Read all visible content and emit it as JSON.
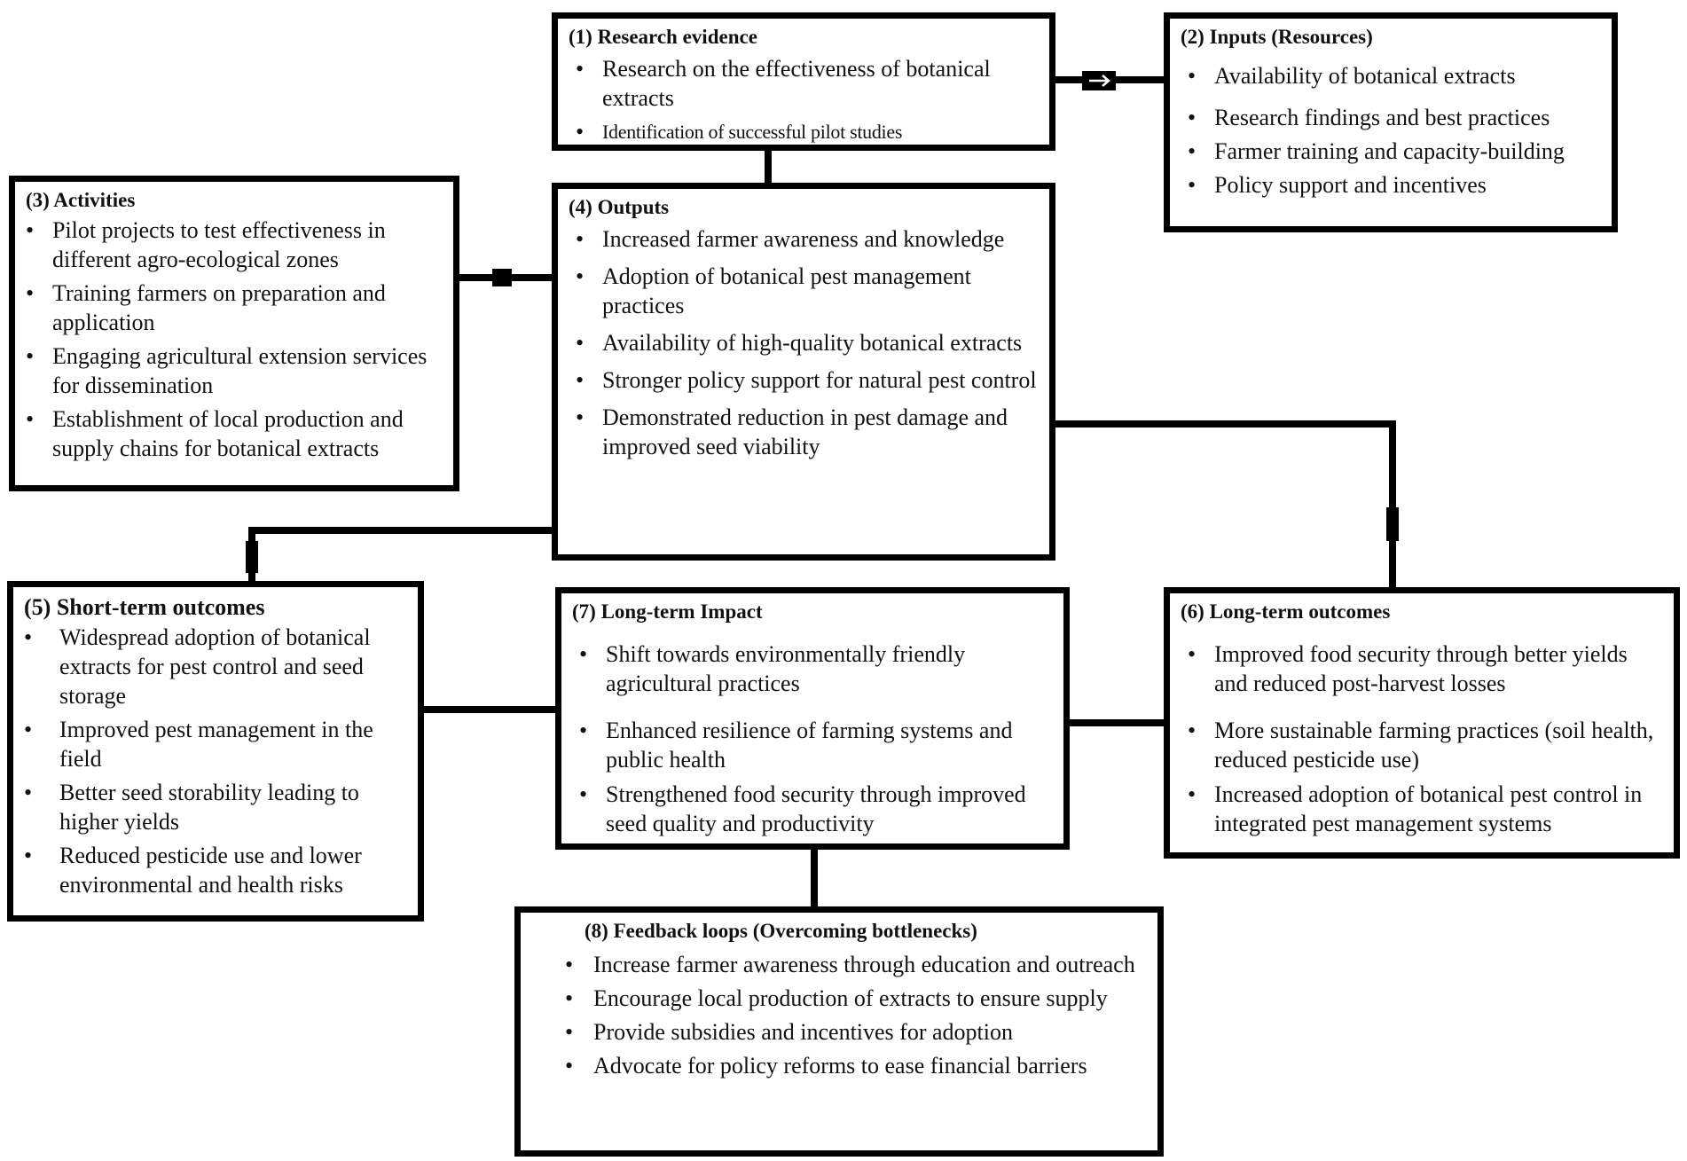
{
  "boxes": {
    "research": {
      "title": "(1) Research evidence",
      "items": [
        "Research on the effectiveness of botanical extracts",
        "Identification of successful pilot studies"
      ]
    },
    "inputs": {
      "title": "(2) Inputs (Resources)",
      "items": [
        "Availability of botanical extracts",
        "Research findings and best practices",
        "Farmer training and capacity-building",
        "Policy support and incentives"
      ]
    },
    "activities": {
      "title": "(3) Activities",
      "items": [
        "Pilot projects to test effectiveness in different agro-ecological zones",
        "Training farmers on preparation and application",
        "Engaging agricultural extension services for dissemination",
        "Establishment of local production and supply chains for botanical extracts"
      ]
    },
    "outputs": {
      "title": "(4) Outputs",
      "items": [
        "Increased farmer awareness and knowledge",
        "Adoption of botanical pest management practices",
        "Availability of high-quality botanical extracts",
        "Stronger policy support for natural pest control",
        "Demonstrated reduction in pest damage and improved seed viability"
      ]
    },
    "short_term": {
      "title": "(5) Short-term outcomes",
      "items": [
        "Widespread adoption of botanical extracts for pest control and seed storage",
        "Improved pest management in the field",
        "Better seed storability leading to higher yields",
        "Reduced pesticide use and lower environmental and health risks"
      ]
    },
    "long_term_outcomes": {
      "title": "(6) Long-term outcomes",
      "items": [
        "Improved food security through better yields and reduced post-harvest losses",
        "More sustainable farming practices (soil health, reduced pesticide use)",
        "Increased adoption of botanical pest control in integrated pest management systems"
      ]
    },
    "long_term_impact": {
      "title": "(7) Long-term Impact",
      "items": [
        "Shift towards environmentally friendly agricultural practices",
        "Enhanced resilience of farming systems and public health",
        "Strengthened food security through improved seed quality and productivity"
      ]
    },
    "feedback": {
      "title": "(8) Feedback loops (Overcoming bottlenecks)",
      "items": [
        "Increase farmer awareness through education and outreach",
        "Encourage local production of extracts to ensure supply",
        "Provide subsidies and incentives for adoption",
        "Advocate for policy reforms to ease financial barriers"
      ]
    }
  },
  "colors": {
    "line": "#000000",
    "background": "#ffffff"
  }
}
